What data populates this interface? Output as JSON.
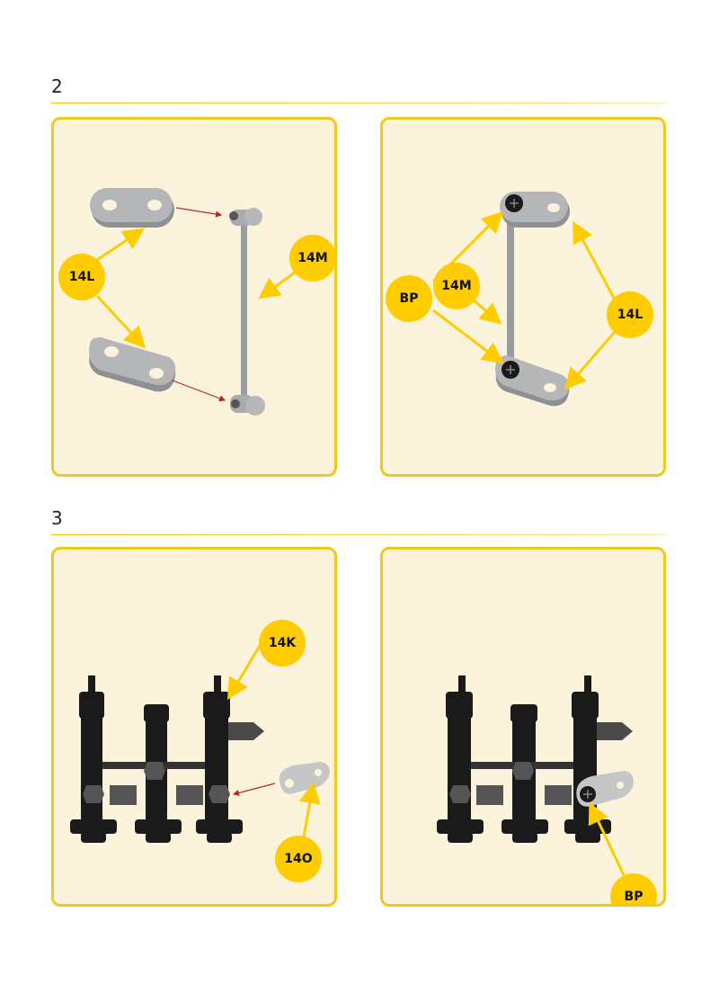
{
  "steps": [
    {
      "number": "2",
      "panels": [
        {
          "callouts": [
            "14L",
            "14M"
          ]
        },
        {
          "callouts": [
            "BP",
            "14M",
            "14L"
          ]
        }
      ]
    },
    {
      "number": "3",
      "panels": [
        {
          "callouts": [
            "14K",
            "14O"
          ]
        },
        {
          "callouts": [
            "BP"
          ]
        }
      ]
    }
  ],
  "colors": {
    "accent": "#ffcc00",
    "panel_bg": "#fcf3dc",
    "panel_border": "#f2c81a",
    "part_grey": "#a9abad",
    "part_black": "#1a1a1a",
    "guide_red": "#c0261f"
  }
}
